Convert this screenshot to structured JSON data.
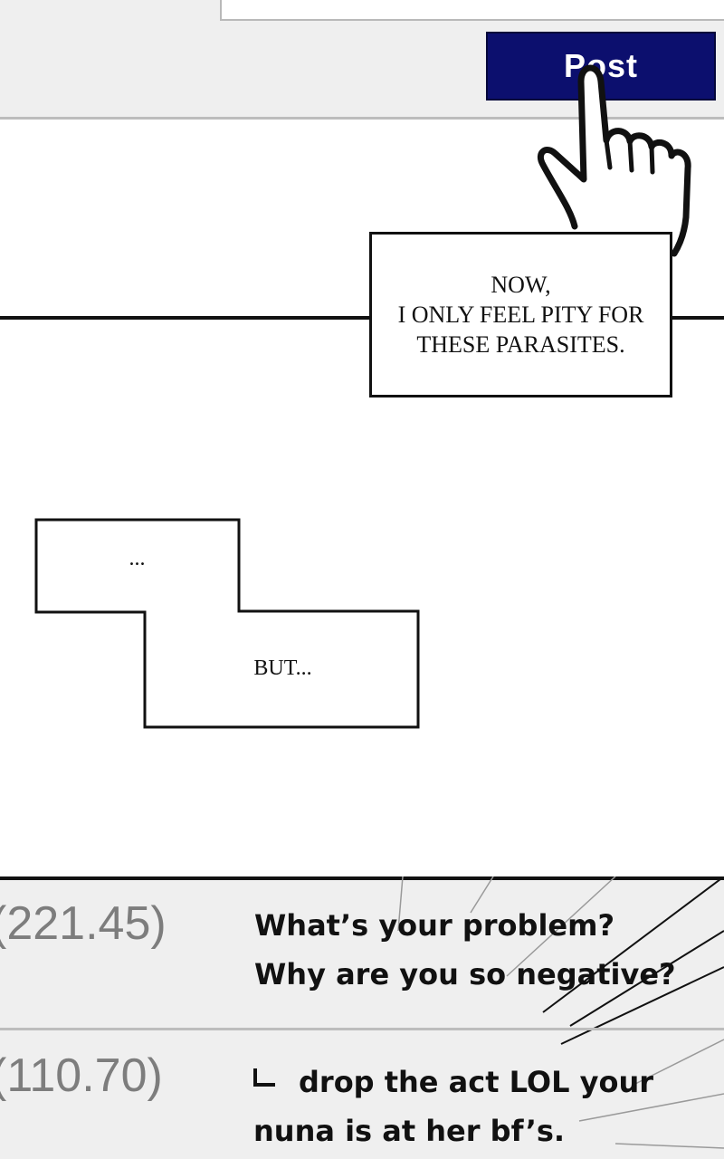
{
  "post_panel": {
    "post_label": "Post"
  },
  "narration": {
    "main_lines": [
      "NOW,",
      "I ONLY FEEL PITY FOR",
      "THESE PARASITES."
    ],
    "ellipsis": "...",
    "but": "BUT..."
  },
  "comments": [
    {
      "score": "(221.45)",
      "lines": [
        "What’s your problem?",
        "Why are you so negative?"
      ]
    },
    {
      "score": "(110.70)",
      "lines": [
        "drop the act LOL your",
        "nuna is at her bf’s."
      ],
      "is_reply": true
    }
  ],
  "colors": {
    "post_button": "#0c0f6e",
    "panel_bg": "#efefef",
    "score_text": "#7d7d7d",
    "ink": "#111111"
  }
}
